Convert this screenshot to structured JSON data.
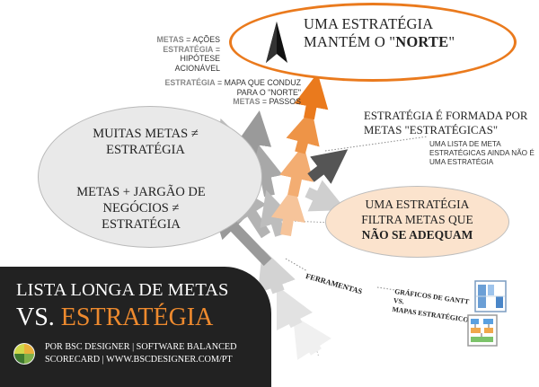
{
  "north": {
    "line1": "UMA ESTRATÉGIA",
    "line2_prefix": "MANTÉM O \"",
    "line2_bold": "NORTE",
    "line2_suffix": "\""
  },
  "note_top": {
    "l1_key": "METAS",
    "l1_rest": " = AÇÕES",
    "l2_key": "ESTRATÉGIA",
    "l2_rest": " = HIPÓTESE",
    "l3": "ACIONÁVEL"
  },
  "note_mid": {
    "l1_key": "ESTRATÉGIA",
    "l1_rest": " = MAPA QUE CONDUZ",
    "l2": "PARA O \"NORTE\"",
    "l3_key": "METAS",
    "l3_rest": " = PASSOS"
  },
  "left": {
    "t1_line1": "MUITAS METAS ≠",
    "t1_line2": "ESTRATÉGIA",
    "t2_line1": "METAS + JARGÃO DE",
    "t2_line2": "NEGÓCIOS ≠",
    "t2_line3": "ESTRATÉGIA"
  },
  "right": {
    "formed_line1": "ESTRATÉGIA É FORMADA POR",
    "formed_line2": "METAS \"ESTRATÉGICAS\"",
    "note_line1": "UMA LISTA DE META",
    "note_line2": "ESTRATÉGICAS AINDA NÃO É",
    "note_line3": "UMA ESTRATÉGIA"
  },
  "filter": {
    "line1": "UMA ESTRATÉGIA",
    "line2": "FILTRA METAS QUE",
    "line3": "NÃO SE ADEQUAM"
  },
  "tools": {
    "label": "FERRAMENTAS",
    "line1": "GRÁFICOS DE GANTT",
    "line2": "VS.",
    "line3": "MAPAS ESTRATÉGICOS"
  },
  "banner": {
    "line1": "LISTA LONGA DE METAS",
    "line2_prefix": "VS. ",
    "line2_accent": "ESTRATÉGIA",
    "credit_line1": "POR BSC DESIGNER | SOFTWARE BALANCED",
    "credit_line2": "SCORECARD | WWW.BSCDESIGNER.COM/PT"
  },
  "colors": {
    "orange": "#ea7a1d",
    "light_orange": "#f3ad72",
    "banner_bg": "#222222",
    "filter_fill": "#fbe3cd",
    "ellipse_fill": "#e9e9e9"
  }
}
